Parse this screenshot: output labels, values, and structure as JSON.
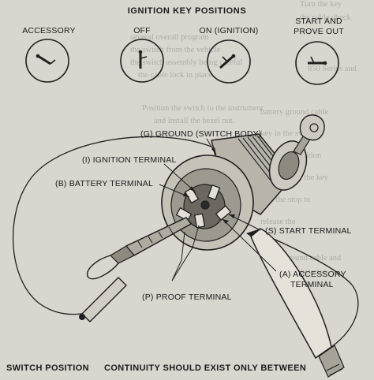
{
  "title": "IGNITION KEY POSITIONS",
  "positions": [
    {
      "label": "ACCESSORY"
    },
    {
      "label": "OFF"
    },
    {
      "label": "ON (IGNITION)"
    },
    {
      "label": "START AND",
      "label2": "PROVE OUT"
    }
  ],
  "callouts": {
    "ground": "(G) GROUND (SWITCH BODY)",
    "ignition": "(I) IGNITION TERMINAL",
    "battery": "(B) BATTERY TERMINAL",
    "start": "(S) START TERMINAL",
    "accessory_line1": "(A) ACCESSORY",
    "accessory_line2": "TERMINAL",
    "proof": "(P) PROOF TERMINAL"
  },
  "footer": {
    "left": "SWITCH POSITION",
    "right": "CONTINUITY SHOULD EXIST ONLY BETWEEN"
  },
  "colors": {
    "paper": "#d9d6cf",
    "ink": "#1f1f1f"
  }
}
